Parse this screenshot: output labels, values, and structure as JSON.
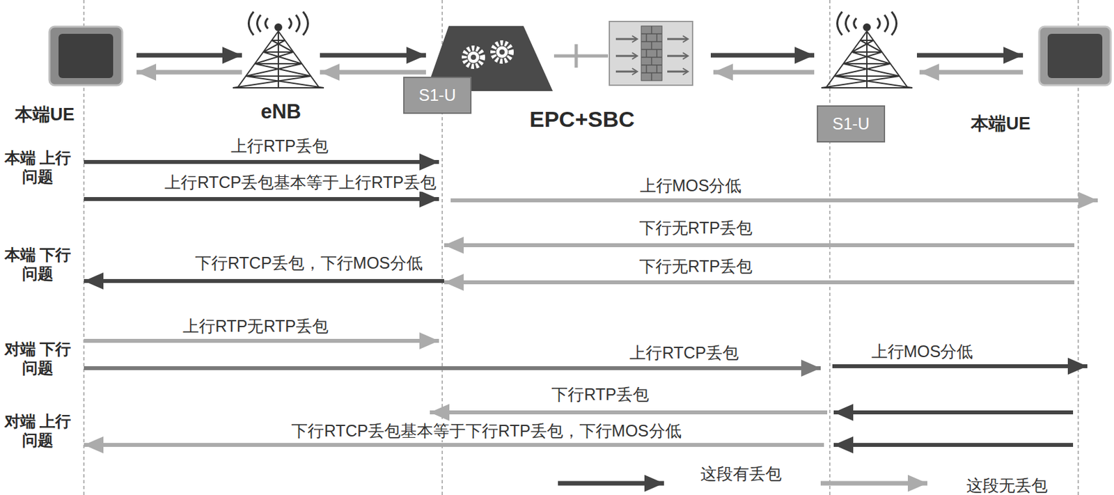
{
  "diagram": {
    "nodes": [
      {
        "text": [
          "本端UE"
        ]
      },
      {
        "text": [
          "eNB"
        ]
      },
      {
        "text": [
          "S1-U"
        ]
      },
      {
        "text": [
          "EPC+SBC"
        ]
      },
      {
        "text": [
          "S1-U"
        ]
      },
      {
        "text": [
          "本端UE"
        ]
      }
    ],
    "edges": [
      {
        "from": 0,
        "to": 1,
        "arrow": "to"
      },
      {
        "from": 1,
        "to": 0,
        "arrow": "to"
      },
      {
        "from": 1,
        "to": 3,
        "arrow": "to"
      },
      {
        "from": 3,
        "to": 1,
        "arrow": "to"
      }
    ],
    "labels": [
      "本端 上行问题",
      "上行RTP丢包",
      "上行RTCP丢包基本等于上行RTP丢包",
      "上行MOS分低",
      "下行无RTP丢包",
      "本端 下行问题",
      "下行RTCP丢包，下行MOS分低",
      "下行无RTP丢包",
      "上行RTP无RTP丢包",
      "对端 下行问题",
      "上行RTCP丢包",
      "上行MOS分低",
      "下行RTP丢包",
      "对端 上行问题",
      "下行RTCP丢包基本等于下行RTP丢包，下行MOS分低"
    ],
    "legend": [
      {
        "text": "这段有丢包"
      },
      {
        "text": "这段无丢包"
      }
    ]
  }
}
